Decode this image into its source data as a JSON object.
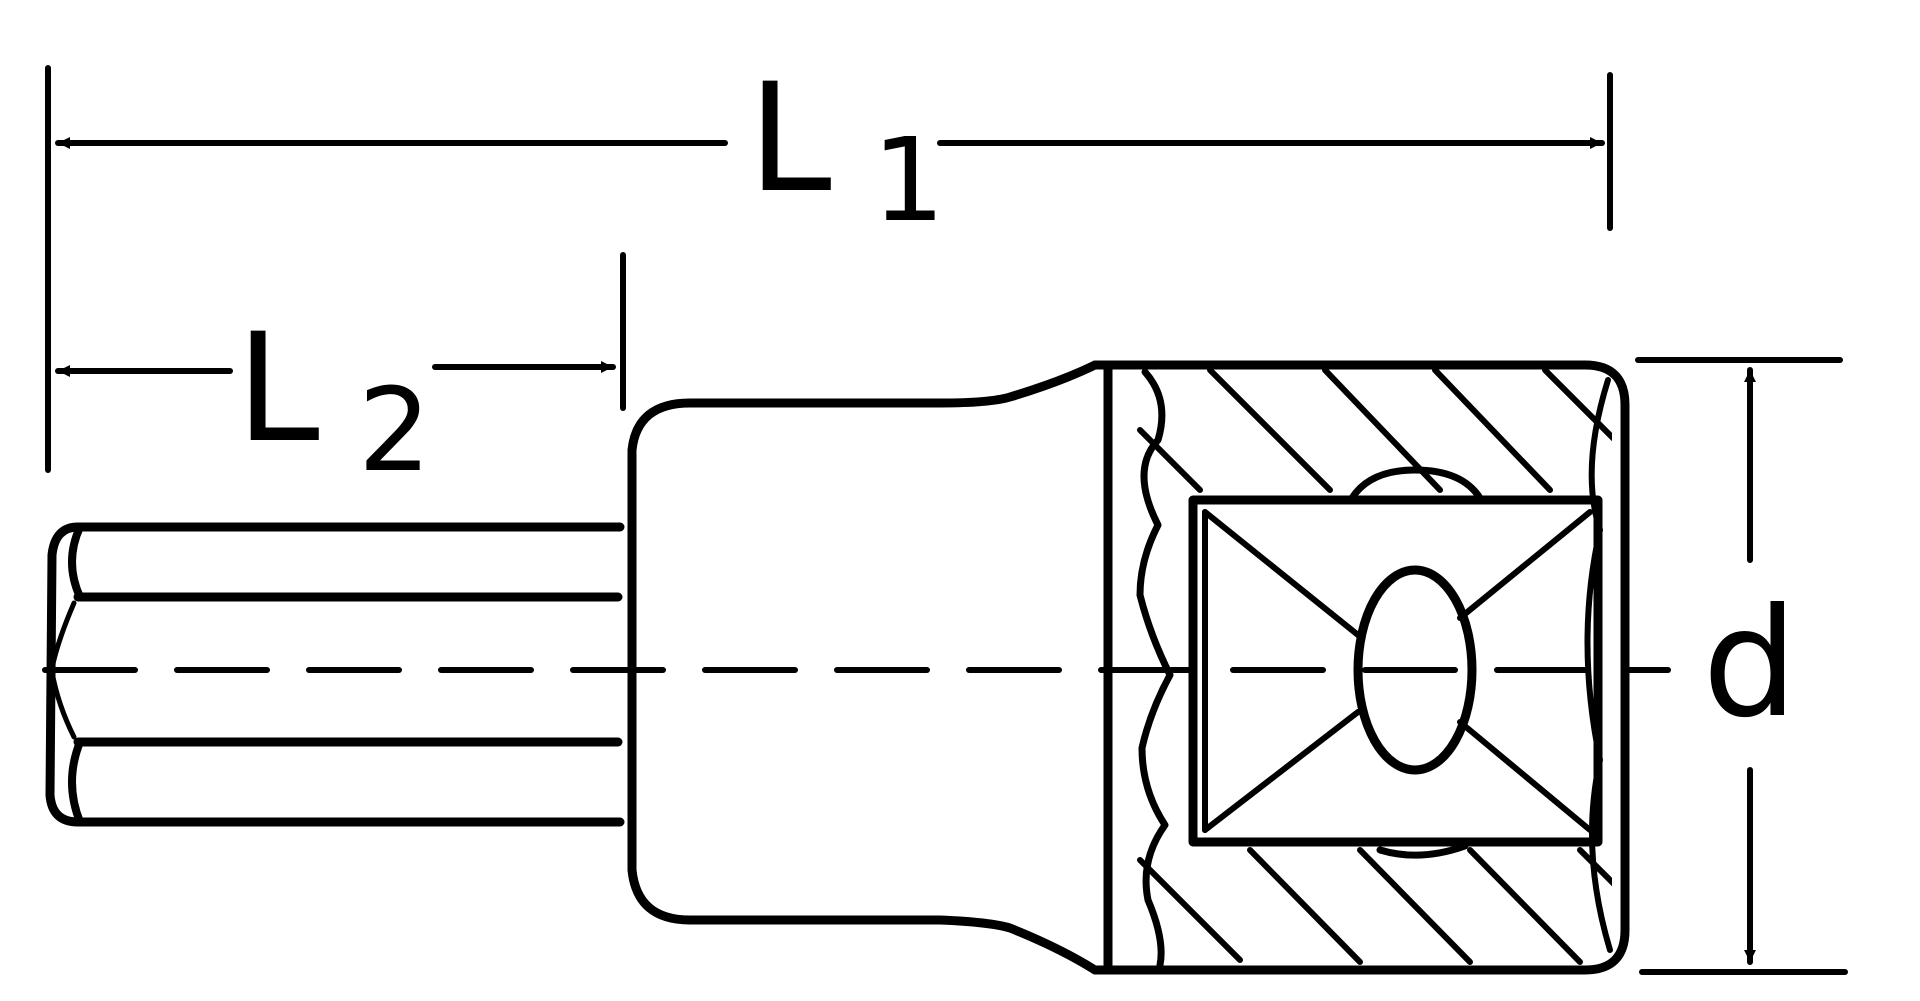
{
  "dimensions": {
    "total_length": {
      "main": "L",
      "sub": "1"
    },
    "bit_length": {
      "main": "L",
      "sub": "2"
    },
    "diameter": {
      "label": "d"
    }
  },
  "colors": {
    "ink": "#000000",
    "background": "#ffffff"
  }
}
